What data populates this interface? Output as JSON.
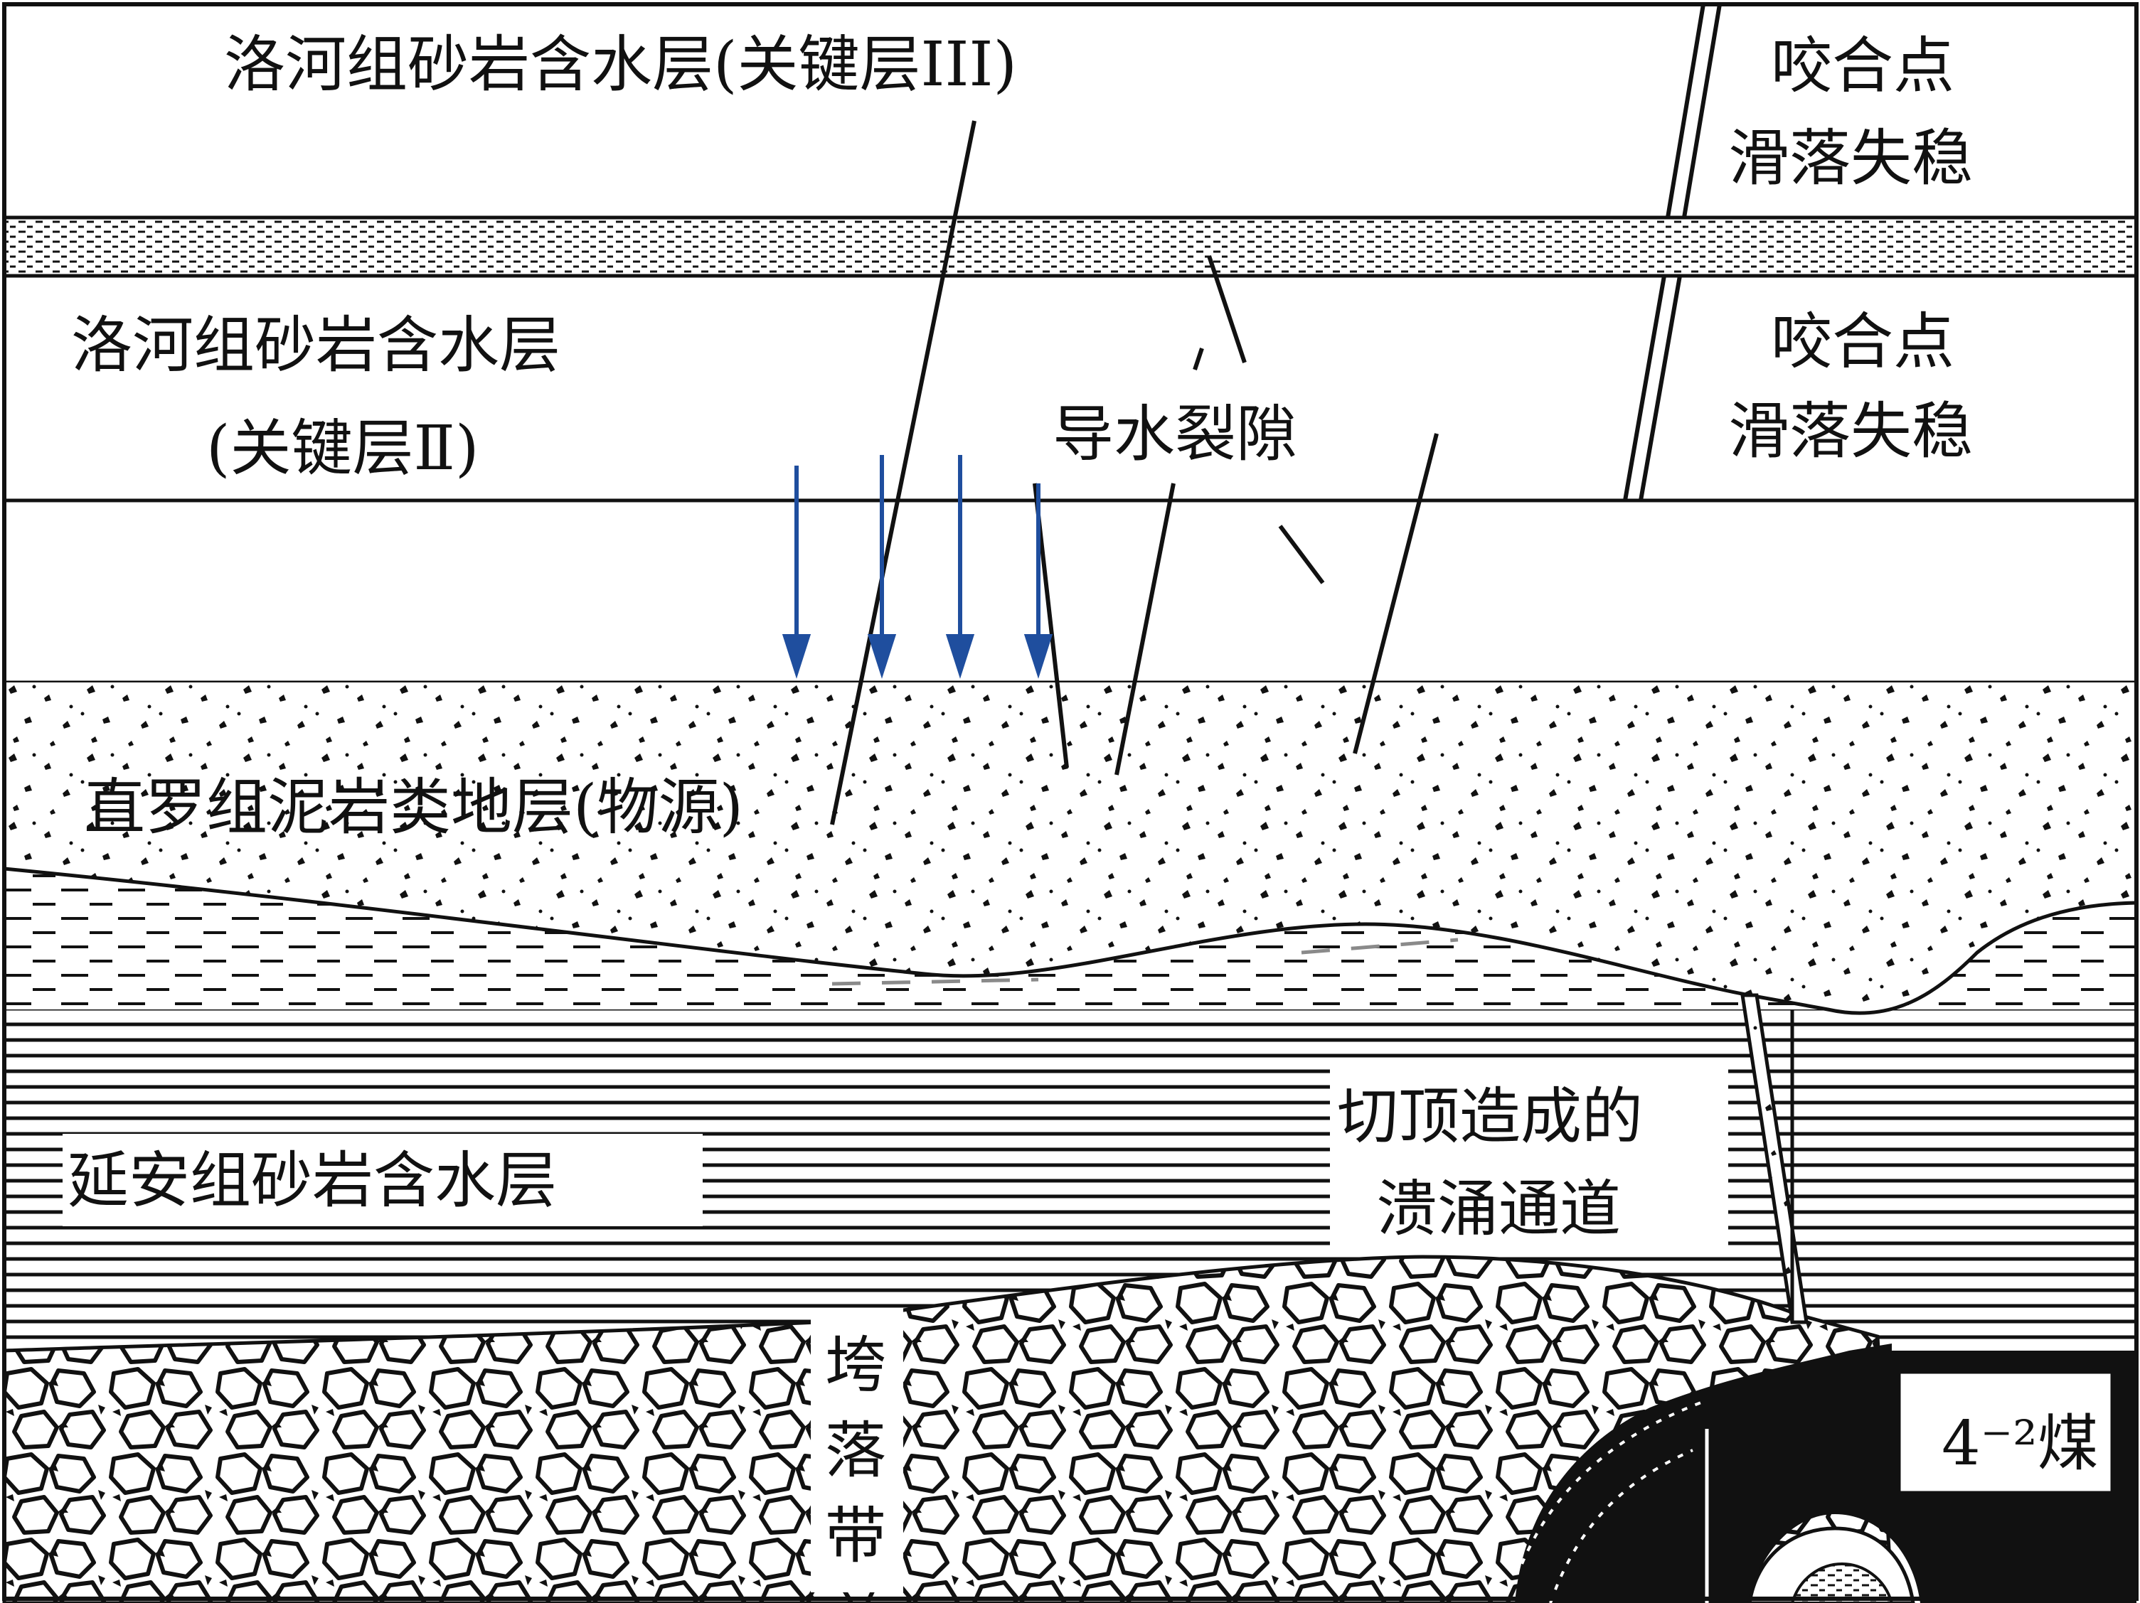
{
  "labels": {
    "luohe_key3": "洛河组砂岩含水层(关键层III)",
    "luohe_key2_line1": "洛河组砂岩含水层",
    "luohe_key2_line2": "(关键层Ⅱ)",
    "bite_upper_line1": "咬合点",
    "bite_upper_line2": "滑落失稳",
    "bite_lower_line1": "咬合点",
    "bite_lower_line2": "滑落失稳",
    "water_fractures": "导水裂隙",
    "zhiluo": "直罗组泥岩类地层(物源)",
    "yanan": "延安组砂岩含水层",
    "cut_roof_line1": "切顶造成的",
    "cut_roof_line2": "溃涌通道",
    "caving_zone_1": "垮",
    "caving_zone_2": "落",
    "caving_zone_3": "带",
    "coal_seam": "4⁻²煤"
  },
  "colors": {
    "line": "#111111",
    "arrow": "#1f4e9e",
    "background": "#ffffff",
    "dashed_gray": "#8a8a8a"
  },
  "water_flow_arrows": 4
}
